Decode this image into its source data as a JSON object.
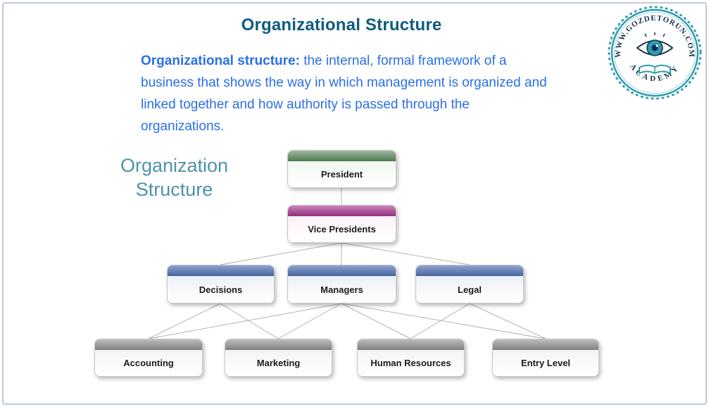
{
  "slide": {
    "title": "Organizational Structure",
    "definition_bold": "Organizational structure:",
    "definition_rest": " the internal, formal framework of a business that shows the way in which management is organized and linked together and how authority is passed through the organizations.",
    "side_label_line1": "Organization",
    "side_label_line2": "Structure"
  },
  "org": {
    "nodes": [
      {
        "label": "President"
      },
      {
        "label": "Vice Presidents"
      },
      {
        "label": "Decisions"
      },
      {
        "label": "Managers"
      },
      {
        "label": "Legal"
      },
      {
        "label": "Accounting"
      },
      {
        "label": "Marketing"
      },
      {
        "label": "Human Resources"
      },
      {
        "label": "Entry Level"
      }
    ]
  },
  "logo": {
    "arc_top": "WWW.GOZDETORUN.COM",
    "arc_bottom": "ACADEMY"
  },
  "colors": {
    "title": "#0d5c80",
    "definition_text": "#2a6fe8",
    "side_label": "#4e93a8",
    "president_header": "#4e7a50",
    "vice_presidents_header": "#93307f",
    "mid_level_header": "#46649e",
    "bottom_level_header": "#7f7f7f",
    "connector_lines": "#b3b3b3",
    "logo_teal": "#2e9cae"
  }
}
